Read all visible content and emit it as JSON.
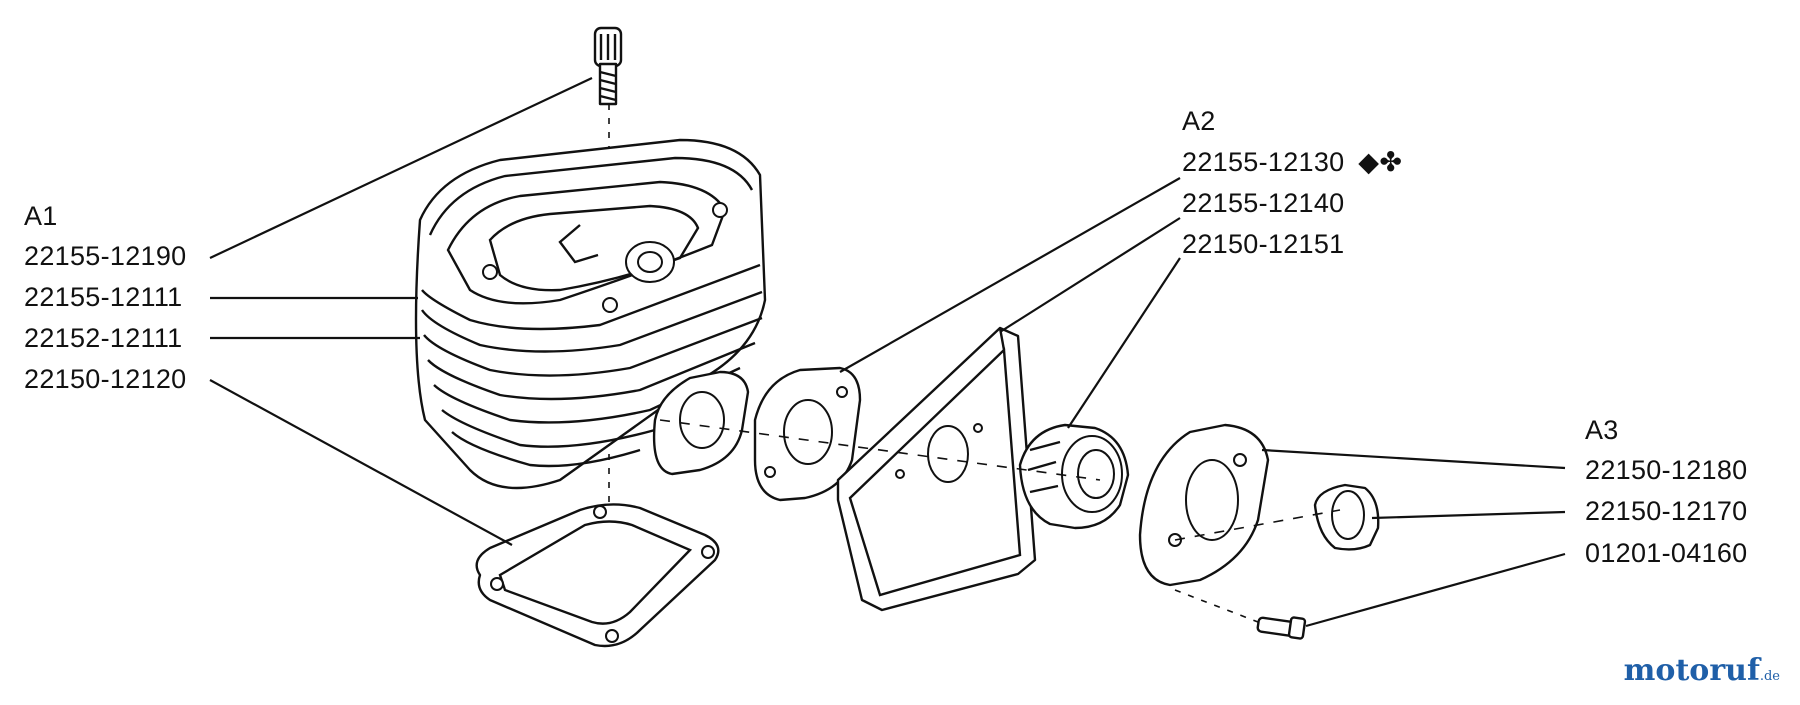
{
  "groups": {
    "a1": {
      "title": "A1",
      "parts": [
        "22155-12190",
        "22155-12111",
        "22152-12111",
        "22150-12120"
      ]
    },
    "a2": {
      "title": "A2",
      "parts": [
        "22155-12130",
        "22155-12140",
        "22150-12151"
      ],
      "first_part_marks": "◆✤"
    },
    "a3": {
      "title": "A3",
      "parts": [
        "22150-12180",
        "22150-12170",
        "01201-04160"
      ]
    }
  },
  "watermark": {
    "name": "motoruf",
    "tld": ".de",
    "color_primary": "#1f5fa8",
    "color_accent": "#c0392b"
  }
}
